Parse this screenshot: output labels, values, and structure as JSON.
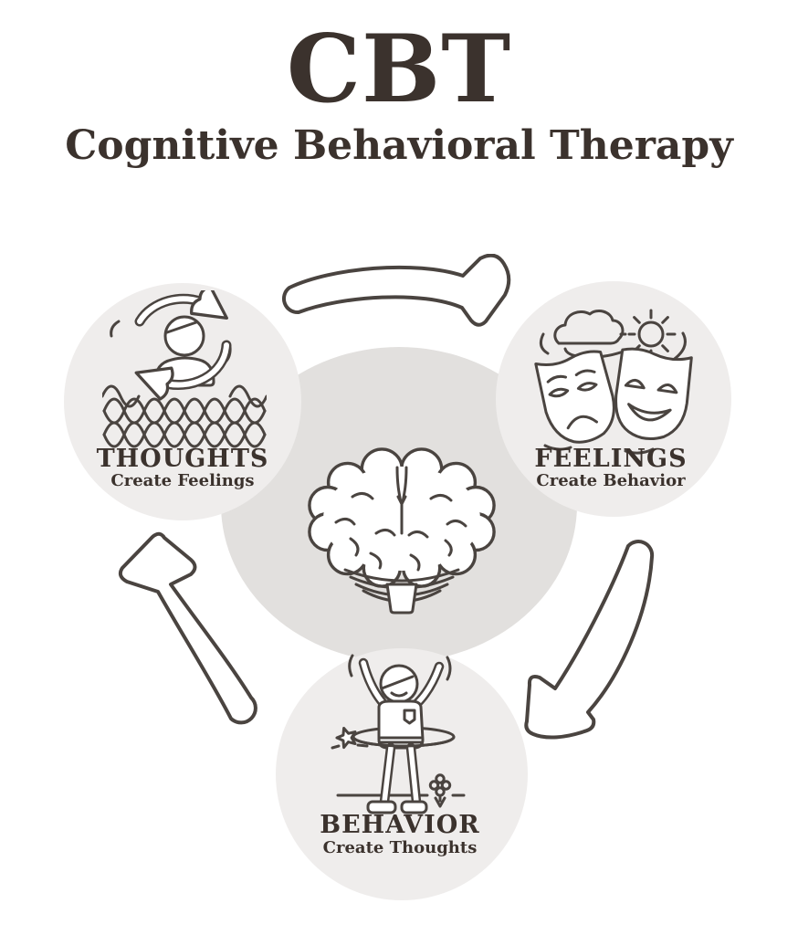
{
  "title": "CBT",
  "subtitle": "Cognitive Behavioral Therapy",
  "colors": {
    "background": "#ffffff",
    "circle_light": "#efedec",
    "circle_dark": "#e2e0de",
    "line": "#4a4440",
    "heading": "#3b322d"
  },
  "nodes": [
    {
      "id": "thoughts",
      "label": "THOUGHTS",
      "sublabel": "Create Feelings",
      "icon": "thought-cycle-person-icon"
    },
    {
      "id": "feelings",
      "label": "FEELINGS",
      "sublabel": "Create Behavior",
      "icon": "theater-masks-icon"
    },
    {
      "id": "behavior",
      "label": "BEHAVIOR",
      "sublabel": "Create Thoughts",
      "icon": "hula-hoop-person-icon"
    }
  ],
  "center": {
    "icon": "brain-icon"
  },
  "arrows": [
    {
      "from": "thoughts",
      "to": "feelings",
      "direction": "right"
    },
    {
      "from": "feelings",
      "to": "behavior",
      "direction": "down-left"
    },
    {
      "from": "behavior",
      "to": "thoughts",
      "direction": "up"
    }
  ]
}
